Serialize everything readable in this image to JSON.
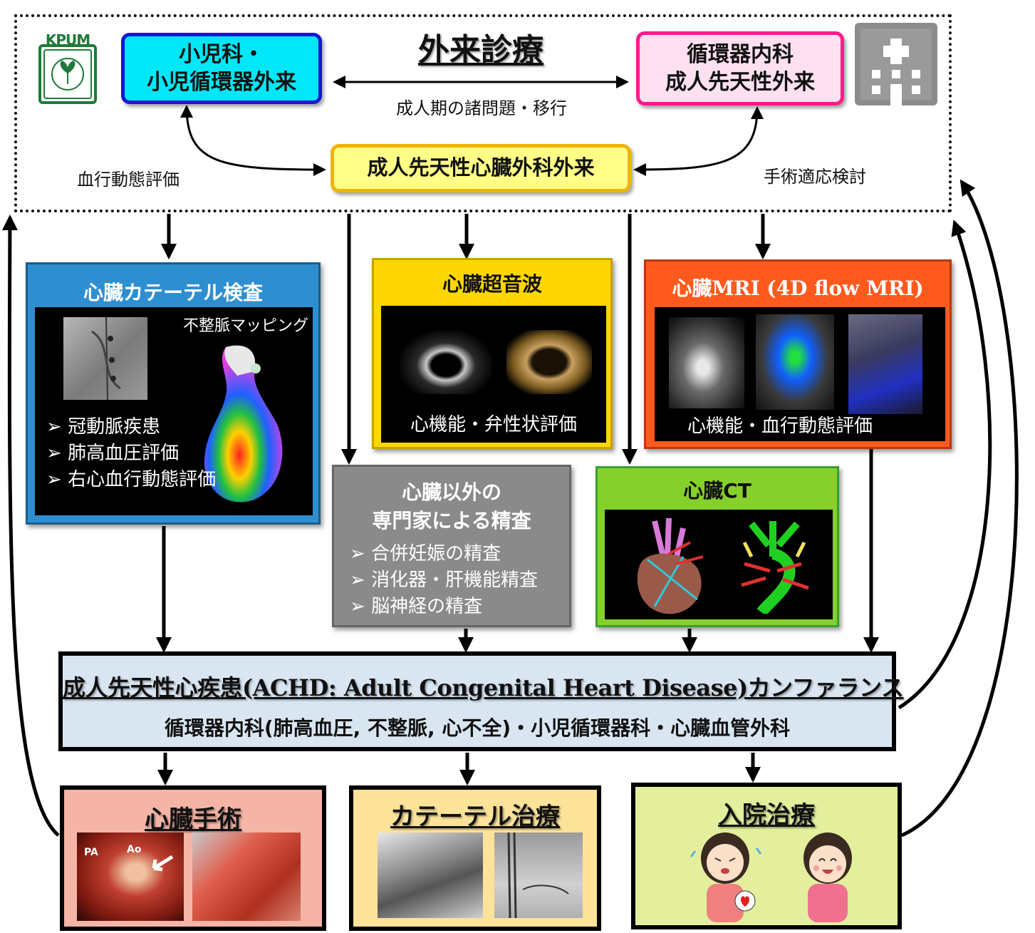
{
  "clinic": {
    "title": "外来診療",
    "logo_text": "KPUM",
    "pediatric": {
      "line1": "小児科・",
      "line2": "小児循環器外来"
    },
    "cardiology": {
      "line1": "循環器内科",
      "line2": "成人先天性外来"
    },
    "surgery_clinic": "成人先天性心臓外科外来",
    "transition_label": "成人期の諸問題・移行",
    "hemodynamics_label": "血行動態評価",
    "indication_label": "手術適応検討"
  },
  "catheter": {
    "title": "心臓カテーテル検査",
    "mapping_label": "不整脈マッピング",
    "items": [
      "冠動脈疾患",
      "肺高血圧評価",
      "右心血行動態評価"
    ]
  },
  "echo": {
    "title": "心臓超音波",
    "caption": "心機能・弁性状評価"
  },
  "mri": {
    "title": "心臓MRI (4D flow MRI)",
    "caption": "心機能・血行動態評価"
  },
  "other": {
    "title_line1": "心臓以外の",
    "title_line2": "専門家による精査",
    "items": [
      "合併妊娠の精査",
      "消化器・肝機能精査",
      "脳神経の精査"
    ]
  },
  "ct": {
    "title": "心臓CT"
  },
  "conference": {
    "title": "成人先天性心疾患(ACHD: Adult Congenital Heart Disease)カンファランス",
    "members": "循環器内科(肺高血圧, 不整脈, 心不全)・小児循環器科・心臓血管外科"
  },
  "treatments": {
    "surgery": {
      "title": "心臓手術",
      "photo_labels": [
        "PA",
        "Ao"
      ]
    },
    "catheter_therapy": {
      "title": "カテーテル治療"
    },
    "admission": {
      "title": "入院治療"
    }
  },
  "colors": {
    "pediatric_fill": "#00e8f8",
    "pediatric_border": "#1515d8",
    "cardiology_fill": "#ffe0f0",
    "cardiology_border": "#ff1a8c",
    "surgery_clinic_fill": "#ffff88",
    "surgery_clinic_border": "#f0b400",
    "catheter_panel": "#2e8fd0",
    "echo_panel": "#ffd700",
    "mri_panel": "#ff5a1e",
    "other_panel": "#8a8a8a",
    "ct_panel": "#86d02c",
    "conference_fill": "#d9e6f2",
    "surgery_box": "#f4b4a6",
    "catheter_therapy_box": "#fde39a",
    "admission_box": "#e3ef9c"
  }
}
